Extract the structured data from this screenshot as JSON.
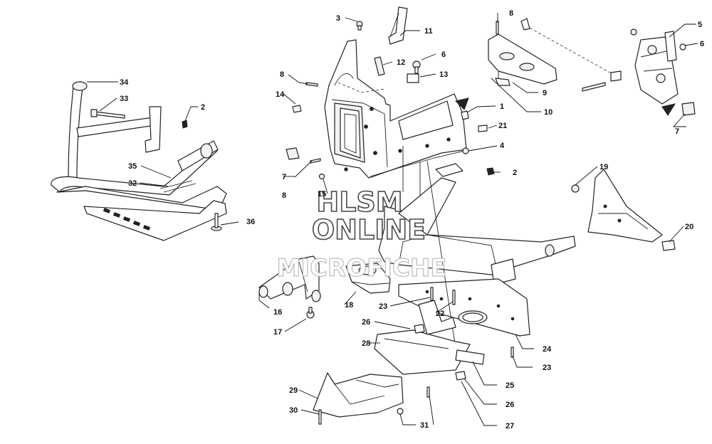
{
  "watermark": {
    "line1": "HLSM",
    "line2": "ONLINE",
    "line3": "MICROFICHE"
  },
  "callouts": [
    {
      "id": "c3",
      "label": "3"
    },
    {
      "id": "c11",
      "label": "11"
    },
    {
      "id": "c8a",
      "label": "8"
    },
    {
      "id": "c5",
      "label": "5"
    },
    {
      "id": "c6a",
      "label": "6"
    },
    {
      "id": "c12",
      "label": "12"
    },
    {
      "id": "c6b",
      "label": "6"
    },
    {
      "id": "c8b",
      "label": "8"
    },
    {
      "id": "c13",
      "label": "13"
    },
    {
      "id": "c9",
      "label": "9"
    },
    {
      "id": "c14",
      "label": "14"
    },
    {
      "id": "c10",
      "label": "10"
    },
    {
      "id": "c1",
      "label": "1"
    },
    {
      "id": "c21",
      "label": "21"
    },
    {
      "id": "c7a",
      "label": "7"
    },
    {
      "id": "c4",
      "label": "4"
    },
    {
      "id": "c7b",
      "label": "7"
    },
    {
      "id": "c8c",
      "label": "8"
    },
    {
      "id": "c2a",
      "label": "2"
    },
    {
      "id": "c34",
      "label": "34"
    },
    {
      "id": "c33",
      "label": "33"
    },
    {
      "id": "c2b",
      "label": "2"
    },
    {
      "id": "c35",
      "label": "35"
    },
    {
      "id": "c32",
      "label": "32"
    },
    {
      "id": "c36",
      "label": "36"
    },
    {
      "id": "c15",
      "label": "15"
    },
    {
      "id": "c19",
      "label": "19"
    },
    {
      "id": "c20",
      "label": "20"
    },
    {
      "id": "c16",
      "label": "16"
    },
    {
      "id": "c17",
      "label": "17"
    },
    {
      "id": "c18",
      "label": "18"
    },
    {
      "id": "c23a",
      "label": "23"
    },
    {
      "id": "c22",
      "label": "22"
    },
    {
      "id": "c26a",
      "label": "26"
    },
    {
      "id": "c28",
      "label": "28"
    },
    {
      "id": "c24",
      "label": "24"
    },
    {
      "id": "c23b",
      "label": "23"
    },
    {
      "id": "c25",
      "label": "25"
    },
    {
      "id": "c29",
      "label": "29"
    },
    {
      "id": "c26b",
      "label": "26"
    },
    {
      "id": "c30",
      "label": "30"
    },
    {
      "id": "c31",
      "label": "31"
    },
    {
      "id": "c27",
      "label": "27"
    }
  ]
}
